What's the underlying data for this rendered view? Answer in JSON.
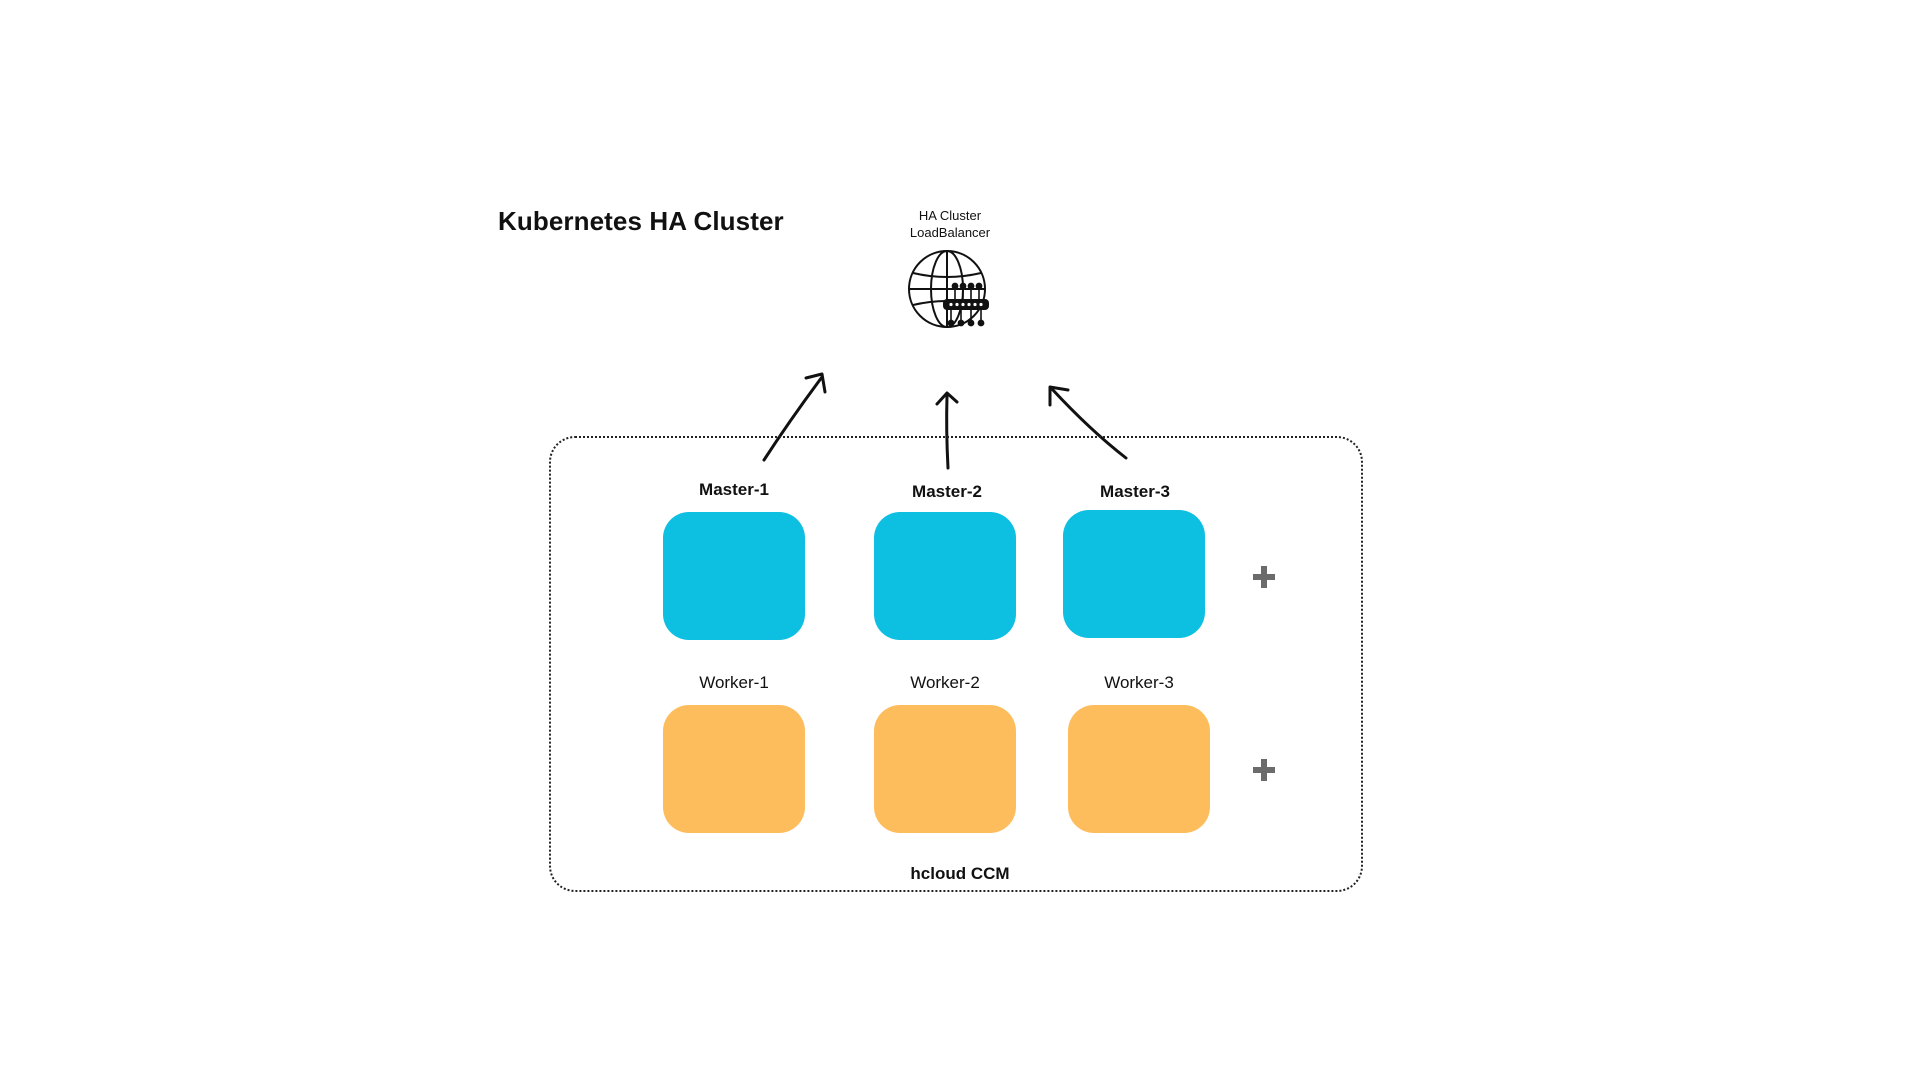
{
  "title": "Kubernetes HA Cluster",
  "load_balancer": {
    "label_line1": "HA Cluster",
    "label_line2": "LoadBalancer",
    "icon": "globe-network-icon"
  },
  "cluster": {
    "footer_label": "hcloud CCM",
    "masters": [
      {
        "label": "Master-1"
      },
      {
        "label": "Master-2"
      },
      {
        "label": "Master-3"
      }
    ],
    "workers": [
      {
        "label": "Worker-1"
      },
      {
        "label": "Worker-2"
      },
      {
        "label": "Worker-3"
      }
    ],
    "add_icon": "plus-icon"
  },
  "colors": {
    "master": "#0dbfe0",
    "worker": "#febd5c",
    "plus": "#6b6b6b",
    "border": "#222222"
  }
}
